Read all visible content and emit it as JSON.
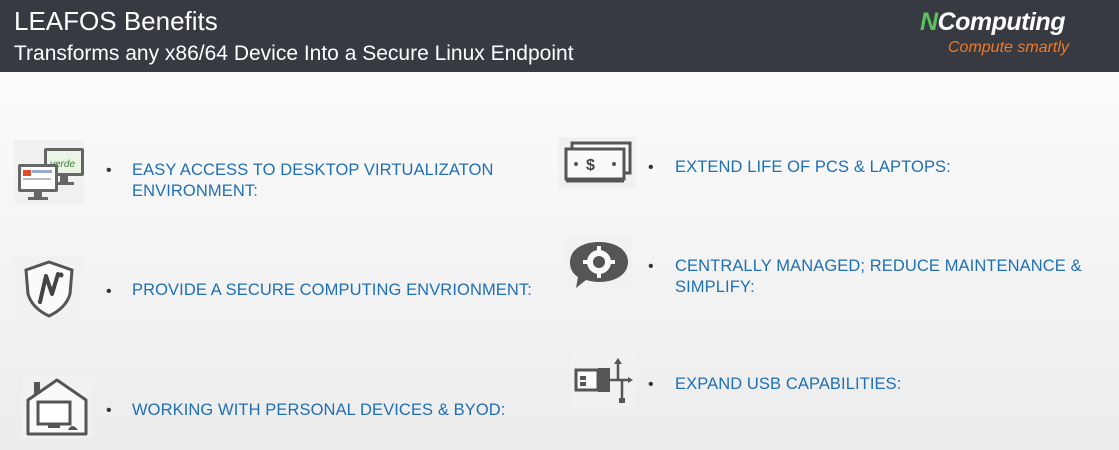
{
  "header": {
    "title": "LEAFOS Benefits",
    "subtitle": "Transforms any x86/64 Device Into a Secure Linux Endpoint",
    "background": "#373a41"
  },
  "logo": {
    "name_prefix": "N",
    "name_rest": "Computing",
    "tagline": "Compute smartly",
    "accent_green": "#5bc25c",
    "accent_orange": "#f07a26"
  },
  "left_items": [
    {
      "icon": "monitors-icon",
      "icon_label": "verde",
      "text": "EASY ACCESS TO DESKTOP VIRTUALIZATON ENVIRONMENT:"
    },
    {
      "icon": "shield-icon",
      "text": "PROVIDE A SECURE COMPUTING ENVRIONMENT:"
    },
    {
      "icon": "home-computer-icon",
      "text": "WORKING WITH PERSONAL DEVICES & BYOD:"
    }
  ],
  "right_items": [
    {
      "icon": "money-icon",
      "icon_label": "$",
      "text": "EXTEND LIFE OF PCS & LAPTOPS:"
    },
    {
      "icon": "gear-bubble-icon",
      "text": "CENTRALLY MANAGED; REDUCE MAINTENANCE & SIMPLIFY:"
    },
    {
      "icon": "usb-icon",
      "text": "EXPAND USB CAPABILITIES:"
    }
  ],
  "bullet": "•",
  "text_color": "#1f6fb5"
}
